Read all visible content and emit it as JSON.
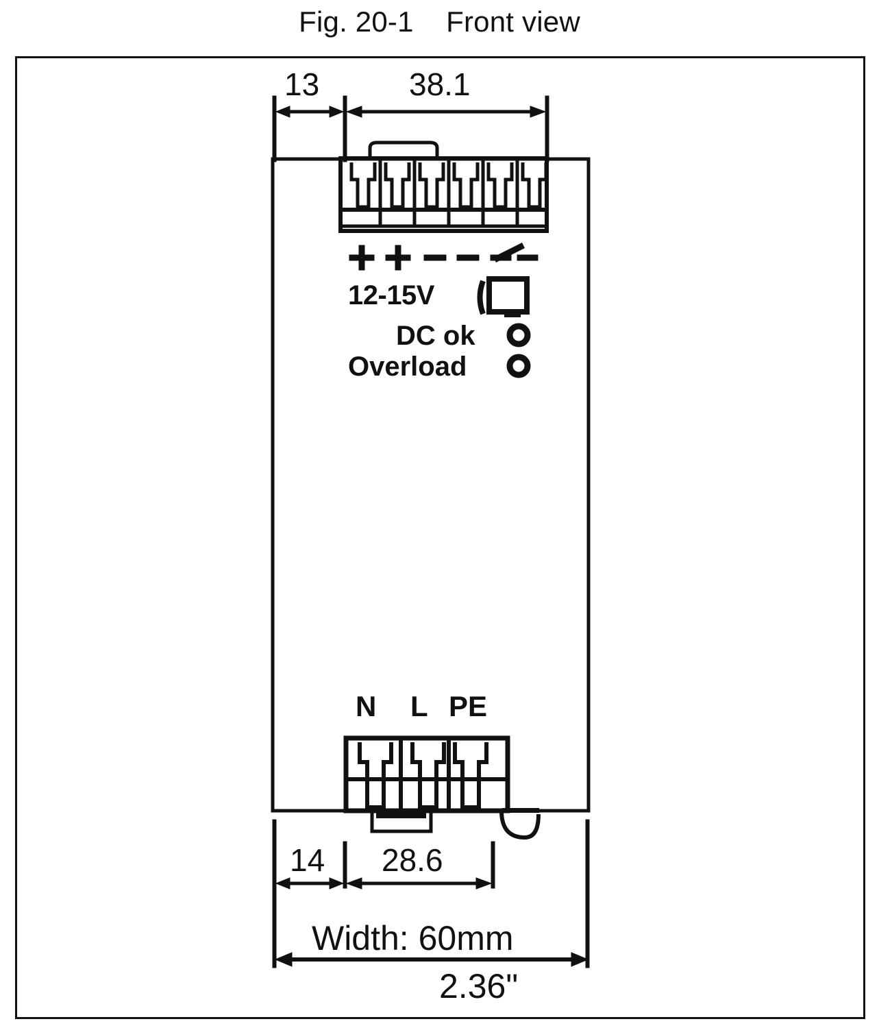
{
  "figure": {
    "title": "Fig. 20-1    Front view",
    "caption_label": "Fig. 20-1",
    "caption_text": "Front view"
  },
  "dimensions": {
    "top_left": "13",
    "top_right": "38.1",
    "bottom_left": "14",
    "bottom_right": "28.6",
    "width_mm": "Width: 60mm",
    "width_inch": "2.36\""
  },
  "device": {
    "output_terminal_markings": [
      "+",
      "+",
      "−",
      "−"
    ],
    "relay_contact_symbol": "relay-contact",
    "voltage_adjust_label": "12-15V",
    "indicators": [
      {
        "label": "DC ok",
        "icon": "led-circle"
      },
      {
        "label": "Overload",
        "icon": "led-circle"
      }
    ],
    "input_terminal_labels": [
      "N",
      "L",
      "PE"
    ],
    "output_terminal_count": 6,
    "input_terminal_count": 3
  },
  "colors": {
    "stroke": "#111111",
    "background": "#ffffff"
  }
}
